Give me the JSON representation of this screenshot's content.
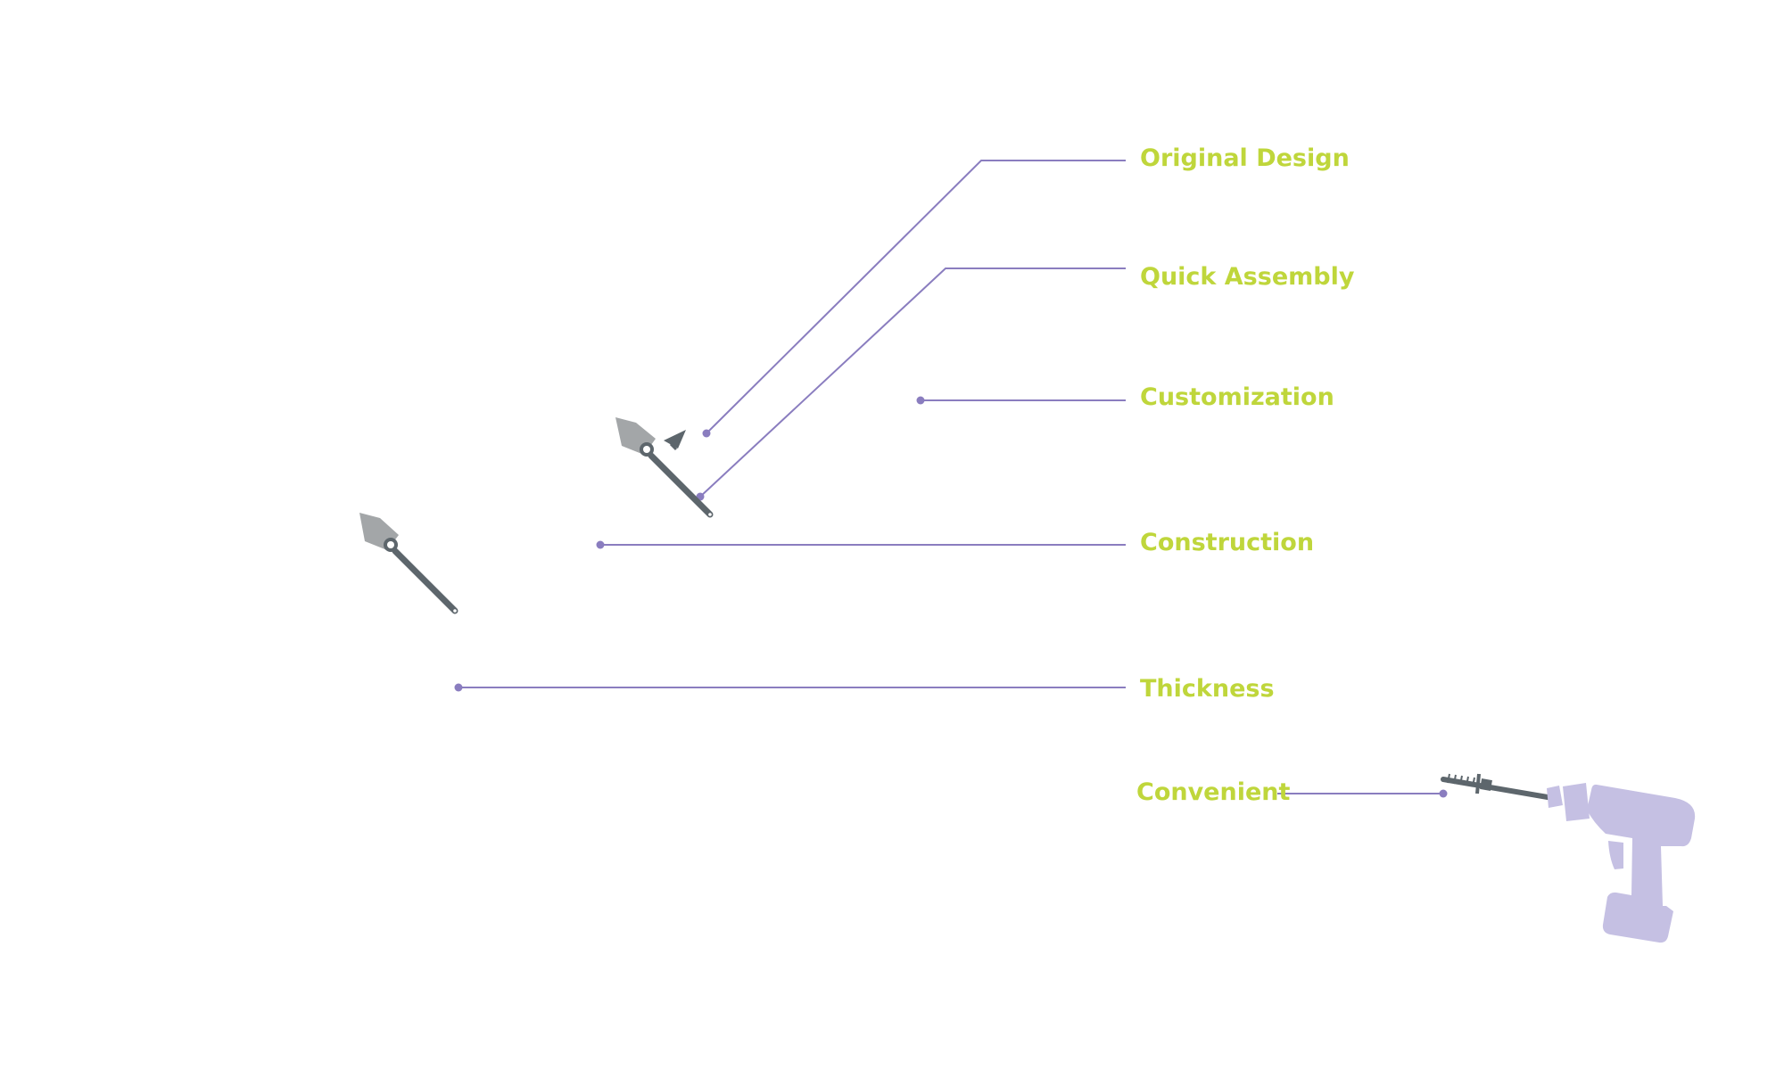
{
  "labels": {
    "original_design": "Original Design",
    "quick_assembly": "Quick Assembly",
    "customization": "Customization",
    "construction": "Construction",
    "thickness": "Thickness",
    "convenient": "Convenient"
  },
  "colors": {
    "label_text": "#bfd63b",
    "leader_line": "#8a7dbf",
    "tool_blade": "#a3a6a8",
    "tool_shaft": "#5d666c",
    "drill_body": "#c5c0e3"
  },
  "icons": [
    "tool-bit-icon",
    "tool-bit-icon",
    "cutter-tip-icon",
    "drill-icon"
  ]
}
